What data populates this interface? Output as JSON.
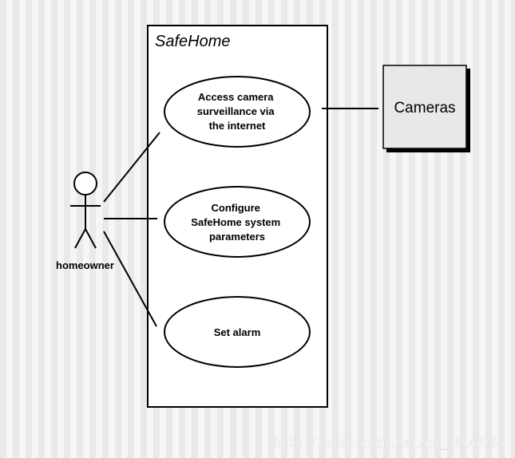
{
  "system": {
    "title": "SafeHome"
  },
  "actor": {
    "label": "homeowner"
  },
  "use_cases": [
    {
      "lines": [
        "Access camera",
        "surveillance via",
        "the internet"
      ]
    },
    {
      "lines": [
        "Configure",
        "SafeHome system",
        "parameters"
      ]
    },
    {
      "lines": [
        "Set alarm"
      ]
    }
  ],
  "external_system": {
    "label": "Cameras"
  },
  "watermark": "http://blog.csdn.net/qq_36146165",
  "colors": {
    "background": "#f4f4f4",
    "stroke": "#000000",
    "box_fill": "#e8e8e8",
    "shadow": "#000000"
  }
}
